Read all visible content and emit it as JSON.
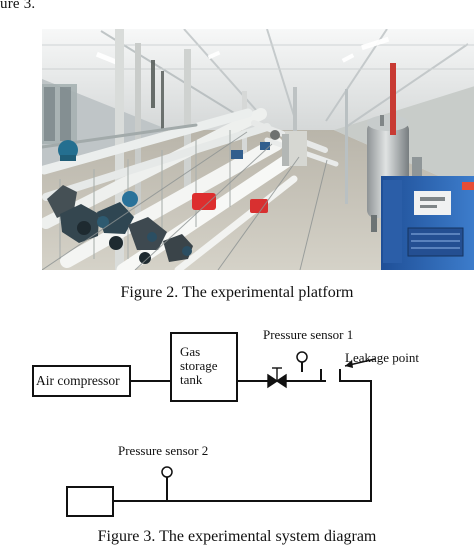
{
  "page": {
    "top_fragment": "ure 3.",
    "figure2_caption": "Figure 2. The experimental platform",
    "figure3_caption": "Figure 3.  The experimental system diagram"
  },
  "diagram": {
    "air_compressor_label": "Air compressor",
    "gas_storage_tank_lines": [
      "Gas",
      "storage",
      "tank"
    ],
    "pressure_sensor_1_label": "Pressure sensor 1",
    "pressure_sensor_2_label": "Pressure sensor 2",
    "leakage_point_label": "Leakage point"
  },
  "colors": {
    "line": "#111111",
    "tank_blue": "#2f5fae",
    "pipe_white": "#f1f2f0",
    "floor": "#c8c6bd",
    "ceiling": "#eef0f0"
  }
}
